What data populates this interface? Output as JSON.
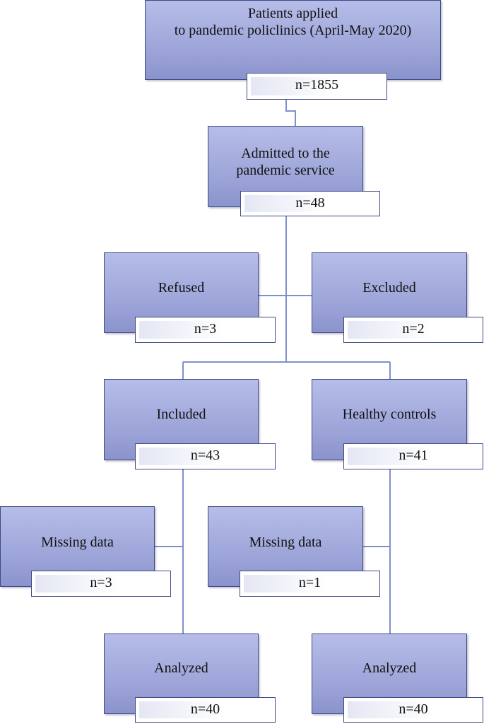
{
  "flowchart": {
    "applied": {
      "title": "Patients applied\nto pandemic policlinics (April-May 2020)",
      "count": "n=1855"
    },
    "admitted": {
      "title": "Admitted to the\npandemic service",
      "count": "n=48"
    },
    "refused": {
      "title": "Refused",
      "count": "n=3"
    },
    "excluded": {
      "title": "Excluded",
      "count": "n=2"
    },
    "included": {
      "title": "Included",
      "count": "n=43"
    },
    "healthy_controls": {
      "title": "Healthy controls",
      "count": "n=41"
    },
    "missing_included": {
      "title": "Missing data",
      "count": "n=3"
    },
    "missing_controls": {
      "title": "Missing data",
      "count": "n=1"
    },
    "analyzed_included": {
      "title": "Analyzed",
      "count": "n=40"
    },
    "analyzed_controls": {
      "title": "Analyzed",
      "count": "n=40"
    }
  },
  "colors": {
    "box_fill_top": "#b6bde8",
    "box_fill_bottom": "#8b93cc",
    "border": "#3e4a86",
    "connector": "#7f8fce"
  }
}
